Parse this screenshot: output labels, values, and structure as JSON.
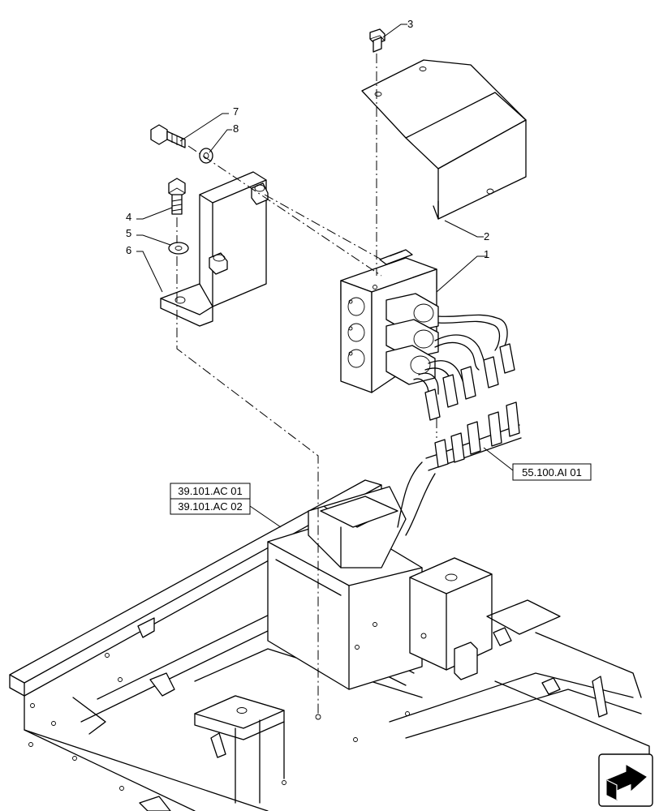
{
  "callouts": [
    "1",
    "2",
    "3",
    "4",
    "5",
    "6",
    "7",
    "8"
  ],
  "references": {
    "harness": "55.100.AI 01",
    "frame_a": "39.101.AC 01",
    "frame_b": "39.101.AC 02"
  },
  "nav_icon": "next-page-arrow-icon"
}
